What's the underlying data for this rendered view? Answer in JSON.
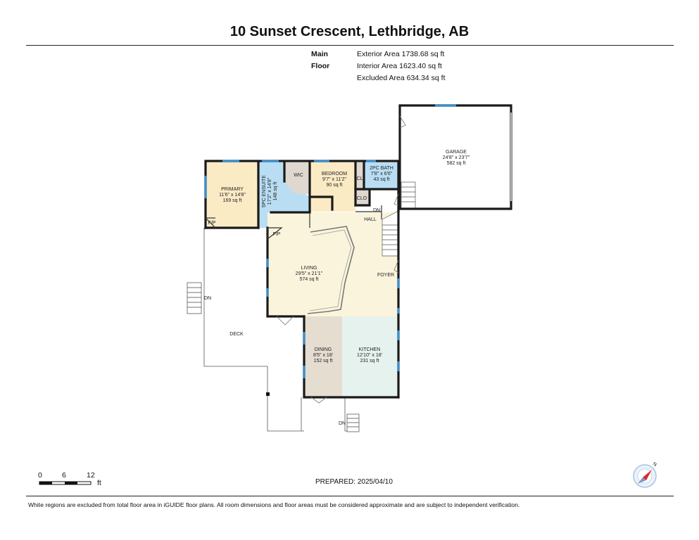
{
  "header": {
    "title": "10 Sunset Crescent, Lethbridge, AB"
  },
  "areas": {
    "floor": "Main Floor",
    "exterior": "Exterior Area 1738.68 sq ft",
    "interior": "Interior Area 1623.40 sq ft",
    "excluded": "Excluded Area 634.34 sq ft"
  },
  "rooms": {
    "garage": {
      "name": "GARAGE",
      "dims": "24'8\" x 23'7\"",
      "area": "582 sq ft"
    },
    "primary": {
      "name": "PRIMARY",
      "dims": "11'6\" x 14'8\"",
      "area": "169 sq ft"
    },
    "ensuite": {
      "name": "5PC ENSUITE",
      "dims": "17'2\" x 14'8\"",
      "area": "148 sq ft"
    },
    "wic": {
      "name": "WIC"
    },
    "bedroom": {
      "name": "BEDROOM",
      "dims": "9'7\" x 11'2\"",
      "area": "90 sq ft"
    },
    "bath2": {
      "name": "2PC BATH",
      "dims": "7'8\" x 6'6\"",
      "area": "43 sq ft"
    },
    "cl": {
      "name": "CL"
    },
    "clo": {
      "name": "CLO"
    },
    "hall": {
      "name": "HALL"
    },
    "living": {
      "name": "LIVING",
      "dims": "29'5\" x 21'1\"",
      "area": "574 sq ft"
    },
    "foyer": {
      "name": "FOYER"
    },
    "dining": {
      "name": "DINING",
      "dims": "8'5\" x 18'",
      "area": "152 sq ft"
    },
    "kitchen": {
      "name": "KITCHEN",
      "dims": "12'10\" x 18'",
      "area": "231 sq ft"
    },
    "deck": {
      "name": "DECK"
    }
  },
  "markers": {
    "fp": "F/P",
    "dn": "DN"
  },
  "scale": {
    "labels": [
      "0",
      "6",
      "12"
    ],
    "unit": "ft"
  },
  "compass": {
    "north": "N"
  },
  "footer": {
    "prepared": "PREPARED: 2025/04/10",
    "disclaimer": "White regions are excluded from total floor area in iGUIDE floor plans. All room dimensions and floor areas must be considered approximate and are subject to independent verification."
  },
  "colors": {
    "primary_fill": "#fbebc5",
    "ensuite_fill": "#b9def4",
    "wood_fill": "#faf4dc",
    "gray_fill": "#dfd8d0",
    "dining_fill": "#e5ddd0",
    "kitchen_fill": "#e6f2ee",
    "window": "#3f8fc8",
    "wall": "#1a1a1a"
  }
}
